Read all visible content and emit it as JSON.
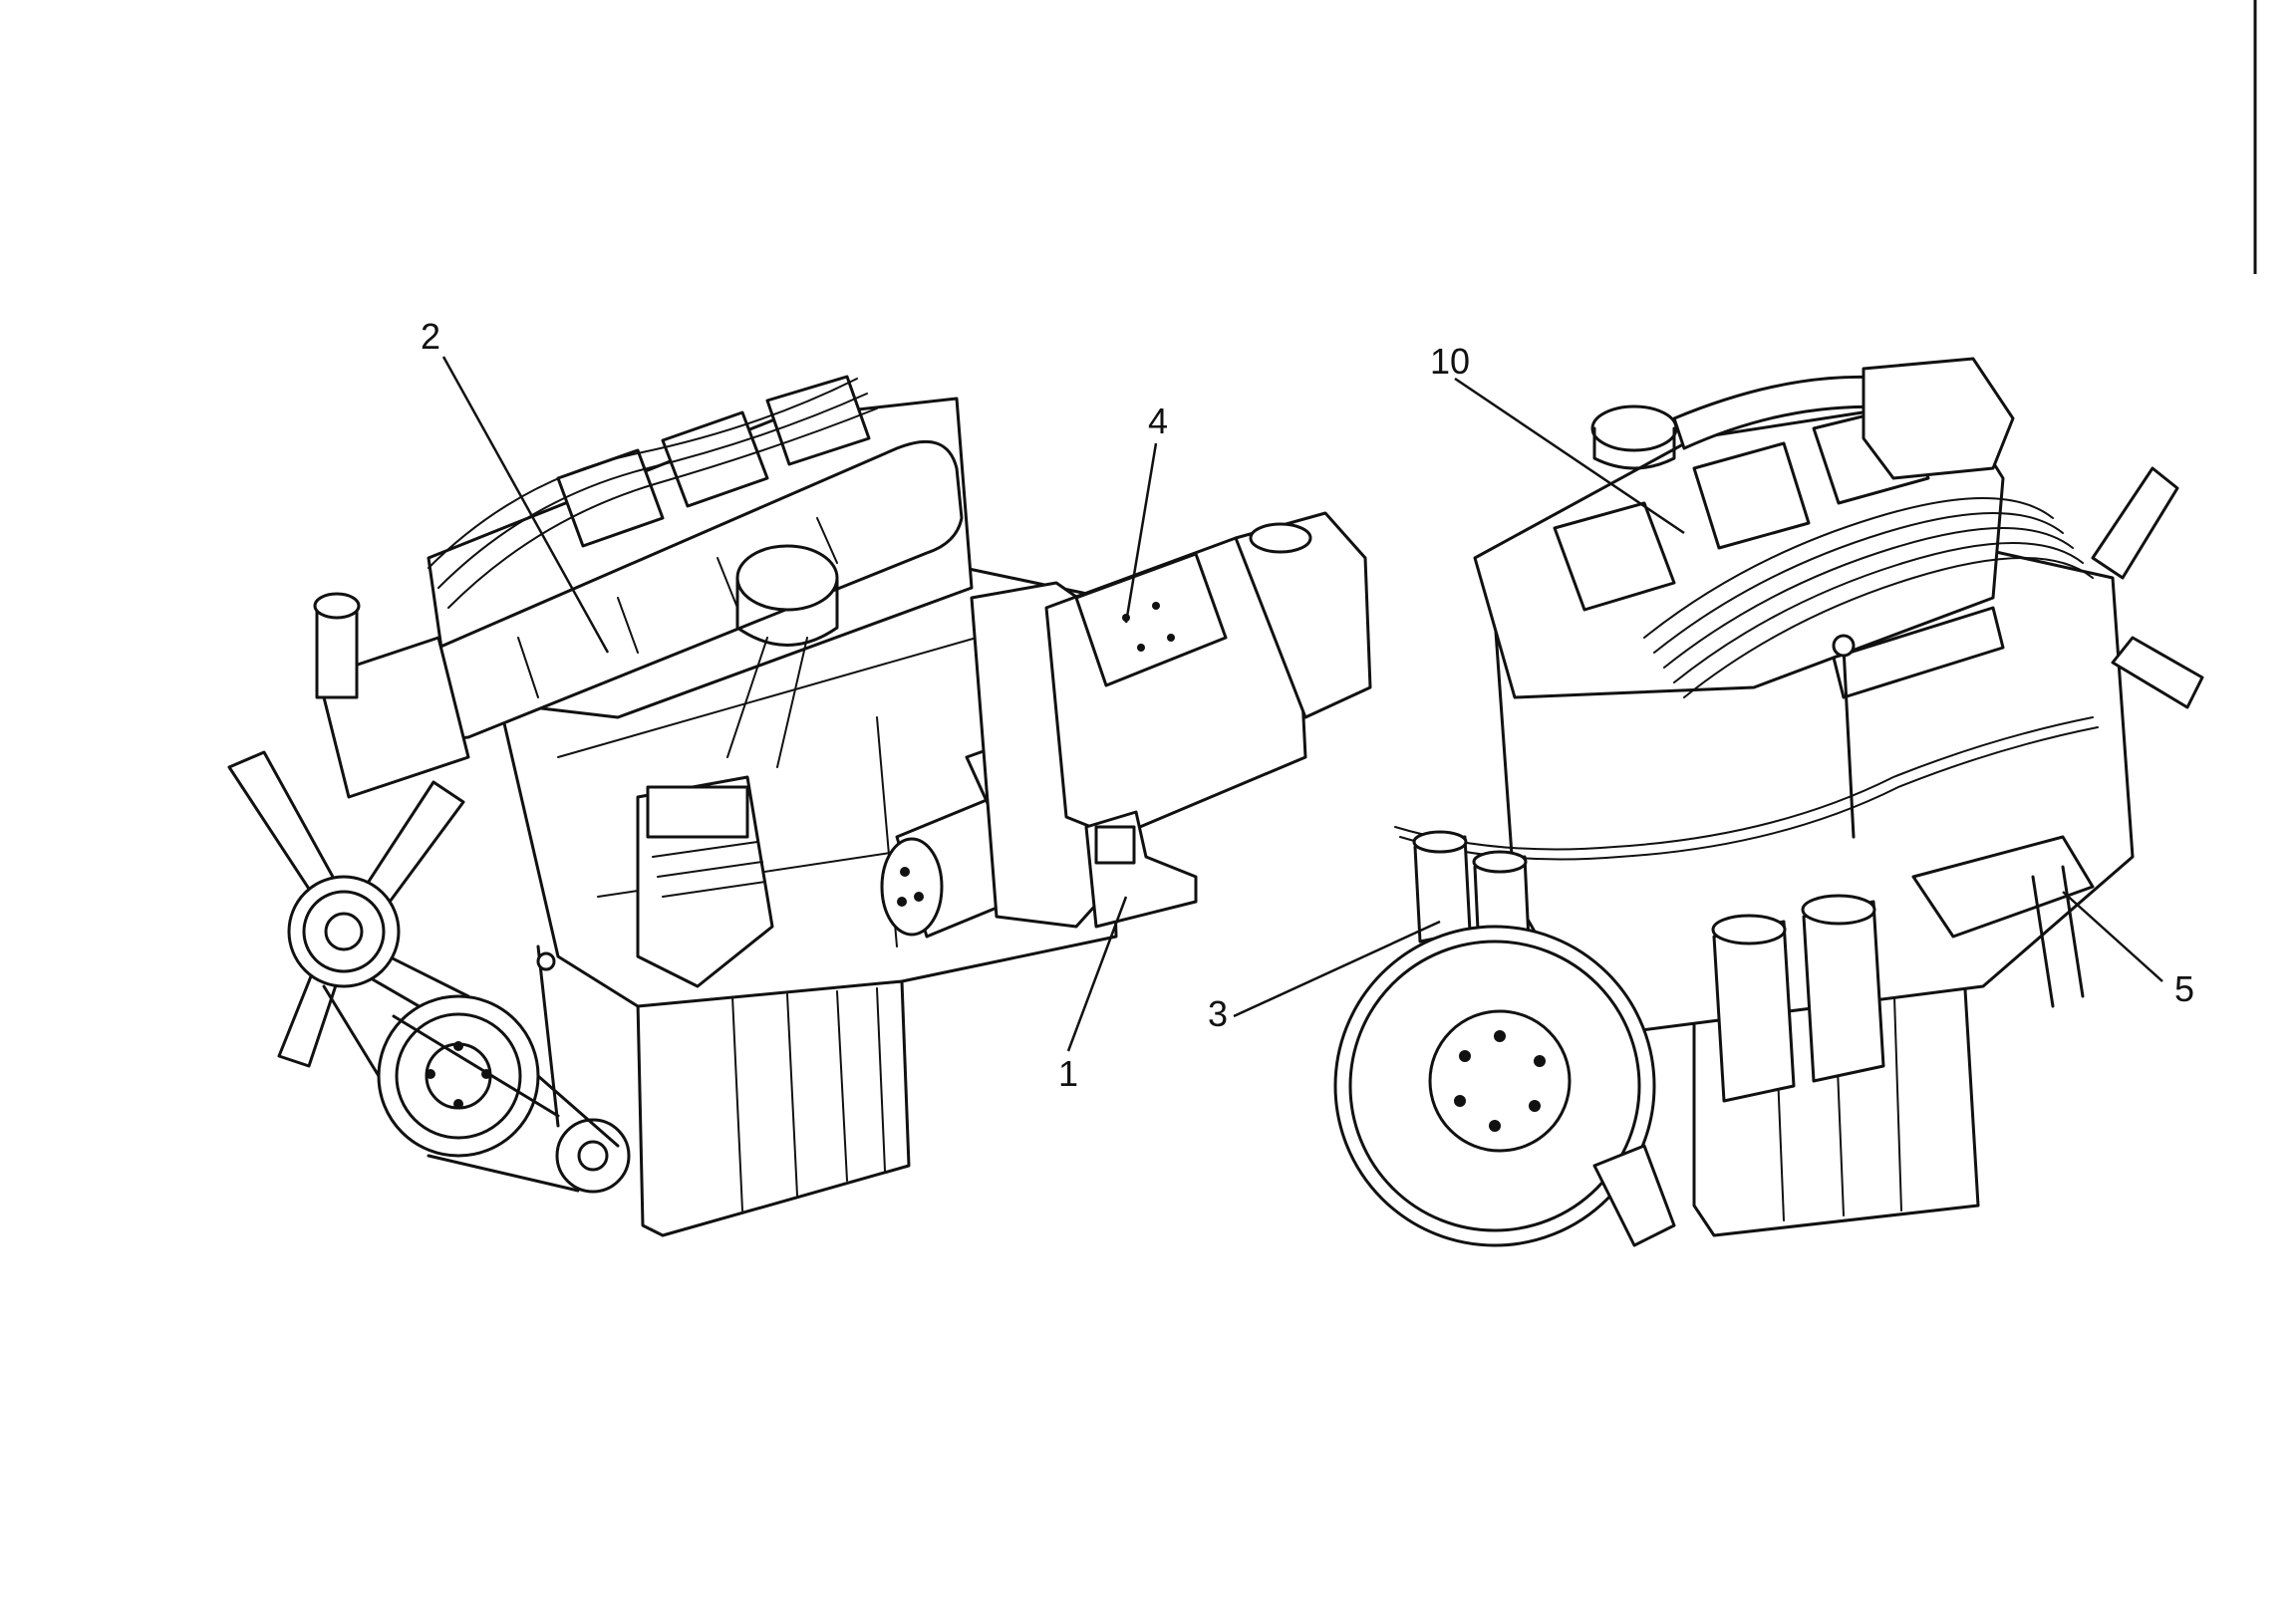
{
  "callouts": {
    "c1": "1",
    "c2": "2",
    "c3": "3",
    "c4": "4",
    "c5": "5",
    "c10": "10"
  },
  "colors": {
    "ink": "#111111",
    "paper": "#ffffff"
  }
}
